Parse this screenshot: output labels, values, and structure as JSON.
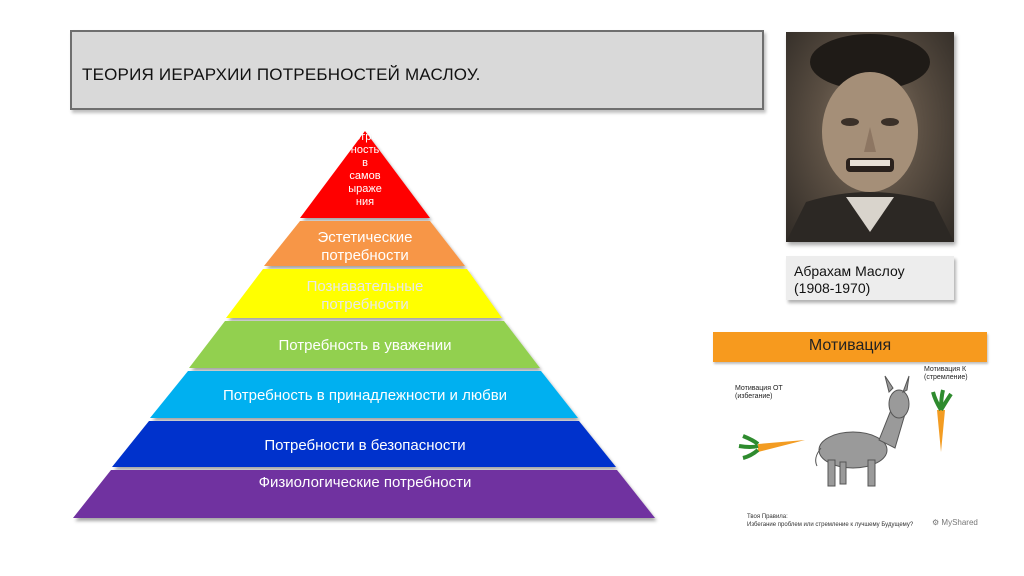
{
  "title": "ТЕОРИЯ ИЕРАРХИИ ПОТРЕБНОСТЕЙ МАСЛОУ.",
  "pyramid": {
    "top_label_lines": [
      "Потреб",
      "ность",
      "в",
      "самов",
      "ыраже",
      "ния"
    ],
    "levels": [
      {
        "label_lines": [
          "Эстетические",
          "потребности"
        ],
        "color": "#f79646"
      },
      {
        "label_lines": [
          "Познавательные",
          "потребности"
        ],
        "color": "#ffff00"
      },
      {
        "label_lines": [
          "Потребность в уважении"
        ],
        "color": "#92d050"
      },
      {
        "label_lines": [
          "Потребность в принадлежности и любви"
        ],
        "color": "#00b0f0"
      },
      {
        "label_lines": [
          "Потребности в безопасности"
        ],
        "color": "#0033cc"
      },
      {
        "label_lines": [
          "Физиологические потребности"
        ],
        "color": "#7030a0"
      }
    ],
    "top_color": "#ff0000"
  },
  "portrait_caption": {
    "name": "Абрахам Маслоу",
    "years": "(1908-1970)"
  },
  "motivation": {
    "banner": "Мотивация",
    "away_label_lines": [
      "Мотивация ОТ",
      "(избегание)"
    ],
    "toward_label_lines": [
      "Мотивация К",
      "(стремление)"
    ],
    "footer_lines": [
      "Твоя Правила:",
      "Избегание проблем или стремление к лучшему Будущему?"
    ],
    "watermark": "MyShared"
  },
  "colors": {
    "title_bg": "#d9d9d9",
    "banner": "#f79a1e"
  }
}
